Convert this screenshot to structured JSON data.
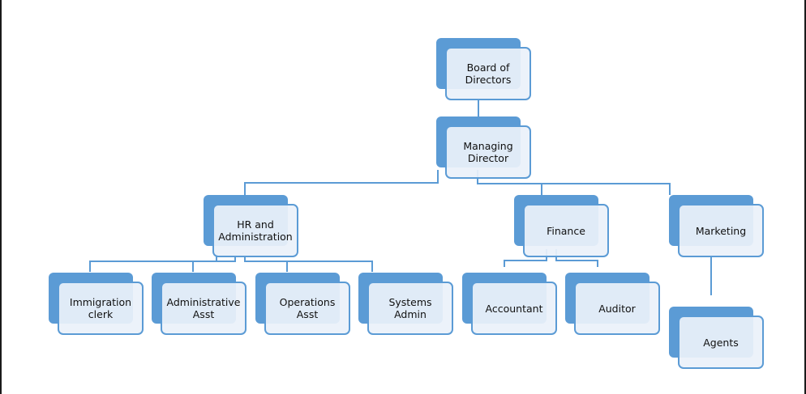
{
  "diagram": {
    "type": "organizational-chart",
    "colors": {
      "box_fill": "#5b9bd5",
      "box_front": "#ebf1fa",
      "border": "#5b9bd5",
      "connector": "#5b9bd5",
      "text": "#111111"
    },
    "nodes": {
      "board": {
        "label": "Board of\nDirectors"
      },
      "managing": {
        "label": "Managing\nDirector"
      },
      "hr": {
        "label": "HR and\nAdministration"
      },
      "finance": {
        "label": "Finance"
      },
      "marketing": {
        "label": "Marketing"
      },
      "immigration": {
        "label": "Immigration\nclerk"
      },
      "admin_asst": {
        "label": "Administrative\nAsst"
      },
      "ops_asst": {
        "label": "Operations\nAsst"
      },
      "sys_admin": {
        "label": "Systems\nAdmin"
      },
      "accountant": {
        "label": "Accountant"
      },
      "auditor": {
        "label": "Auditor"
      },
      "agents": {
        "label": "Agents"
      }
    },
    "edges": [
      [
        "board",
        "managing"
      ],
      [
        "managing",
        "hr"
      ],
      [
        "managing",
        "finance"
      ],
      [
        "managing",
        "marketing"
      ],
      [
        "hr",
        "immigration"
      ],
      [
        "hr",
        "admin_asst"
      ],
      [
        "hr",
        "ops_asst"
      ],
      [
        "hr",
        "sys_admin"
      ],
      [
        "finance",
        "accountant"
      ],
      [
        "finance",
        "auditor"
      ],
      [
        "marketing",
        "agents"
      ]
    ]
  }
}
